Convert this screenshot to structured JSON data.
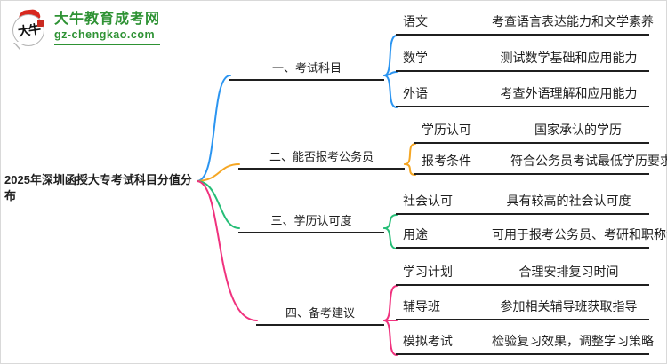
{
  "colors": {
    "blue": "#2B95F1",
    "orange": "#F5A623",
    "green": "#26BE77",
    "pink": "#F0327E",
    "text": "#1F1F1F",
    "logo_green": "#2E9234"
  },
  "logo": {
    "icon_text": "大牛",
    "title": "大牛教育成考网",
    "domain": "gz-chengkao.com"
  },
  "root": {
    "title": "2025年深圳函授大专考试科目分值分布"
  },
  "branches": [
    {
      "label": "一、考试科目",
      "color": "#2B95F1",
      "children": [
        {
          "k": "语文",
          "d": "考查语言表达能力和文学素养"
        },
        {
          "k": "数学",
          "d": "测试数学基础和应用能力"
        },
        {
          "k": "外语",
          "d": "考查外语理解和应用能力"
        }
      ]
    },
    {
      "label": "二、能否报考公务员",
      "color": "#F5A623",
      "children": [
        {
          "k": "学历认可",
          "d": "国家承认的学历"
        },
        {
          "k": "报考条件",
          "d": "符合公务员考试最低学历要求"
        }
      ]
    },
    {
      "label": "三、学历认可度",
      "color": "#26BE77",
      "children": [
        {
          "k": "社会认可",
          "d": "具有较高的社会认可度"
        },
        {
          "k": "用途",
          "d": "可用于报考公务员、考研和职称评定"
        }
      ]
    },
    {
      "label": "四、备考建议",
      "color": "#F0327E",
      "children": [
        {
          "k": "学习计划",
          "d": "合理安排复习时间"
        },
        {
          "k": "辅导班",
          "d": "参加相关辅导班获取指导"
        },
        {
          "k": "模拟考试",
          "d": "检验复习效果，调整学习策略"
        }
      ]
    }
  ]
}
